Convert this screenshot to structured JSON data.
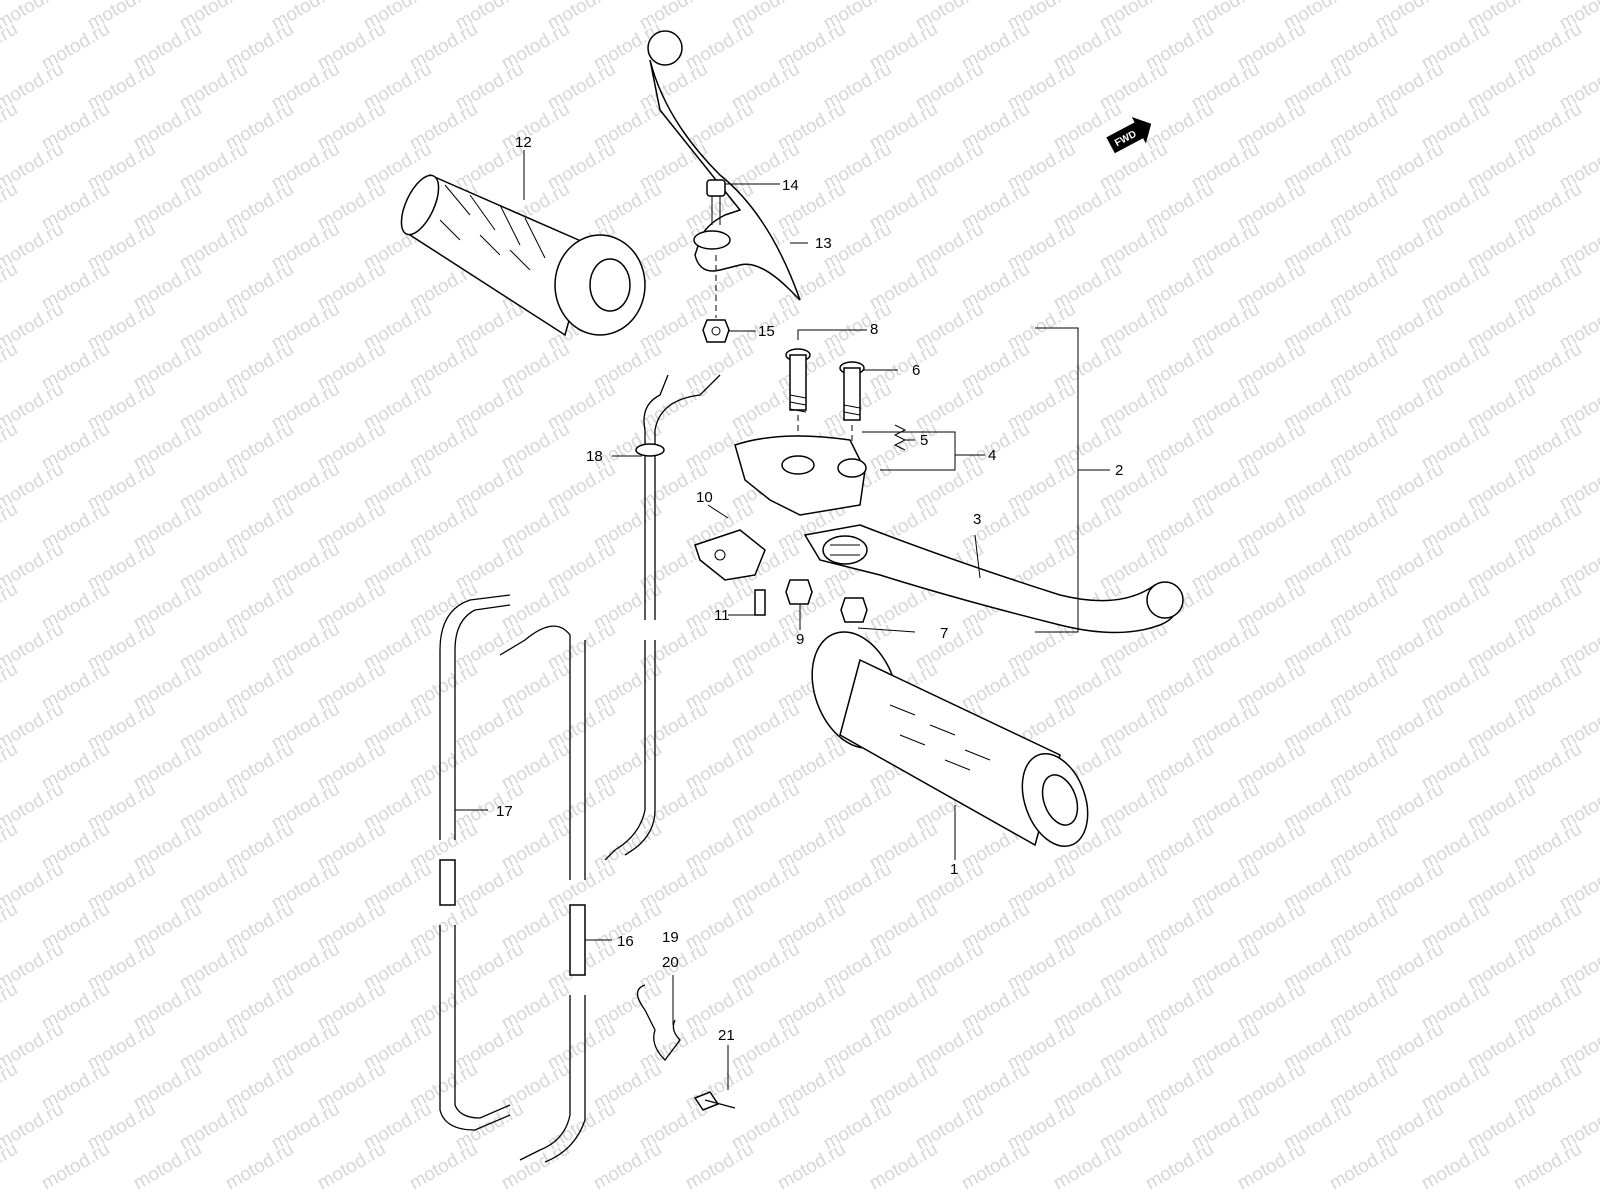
{
  "watermark": "motod.ru",
  "fwd_arrow": {
    "label": "FWD"
  },
  "callouts": [
    {
      "id": "1",
      "label": "1"
    },
    {
      "id": "2",
      "label": "2"
    },
    {
      "id": "3",
      "label": "3"
    },
    {
      "id": "4",
      "label": "4"
    },
    {
      "id": "5",
      "label": "5"
    },
    {
      "id": "6",
      "label": "6"
    },
    {
      "id": "7",
      "label": "7"
    },
    {
      "id": "8",
      "label": "8"
    },
    {
      "id": "9",
      "label": "9"
    },
    {
      "id": "10",
      "label": "10"
    },
    {
      "id": "11",
      "label": "11"
    },
    {
      "id": "12",
      "label": "12"
    },
    {
      "id": "13",
      "label": "13"
    },
    {
      "id": "14",
      "label": "14"
    },
    {
      "id": "15",
      "label": "15"
    },
    {
      "id": "16",
      "label": "16"
    },
    {
      "id": "17",
      "label": "17"
    },
    {
      "id": "18",
      "label": "18"
    },
    {
      "id": "19",
      "label": "19"
    },
    {
      "id": "20",
      "label": "20"
    },
    {
      "id": "21",
      "label": "21"
    }
  ]
}
